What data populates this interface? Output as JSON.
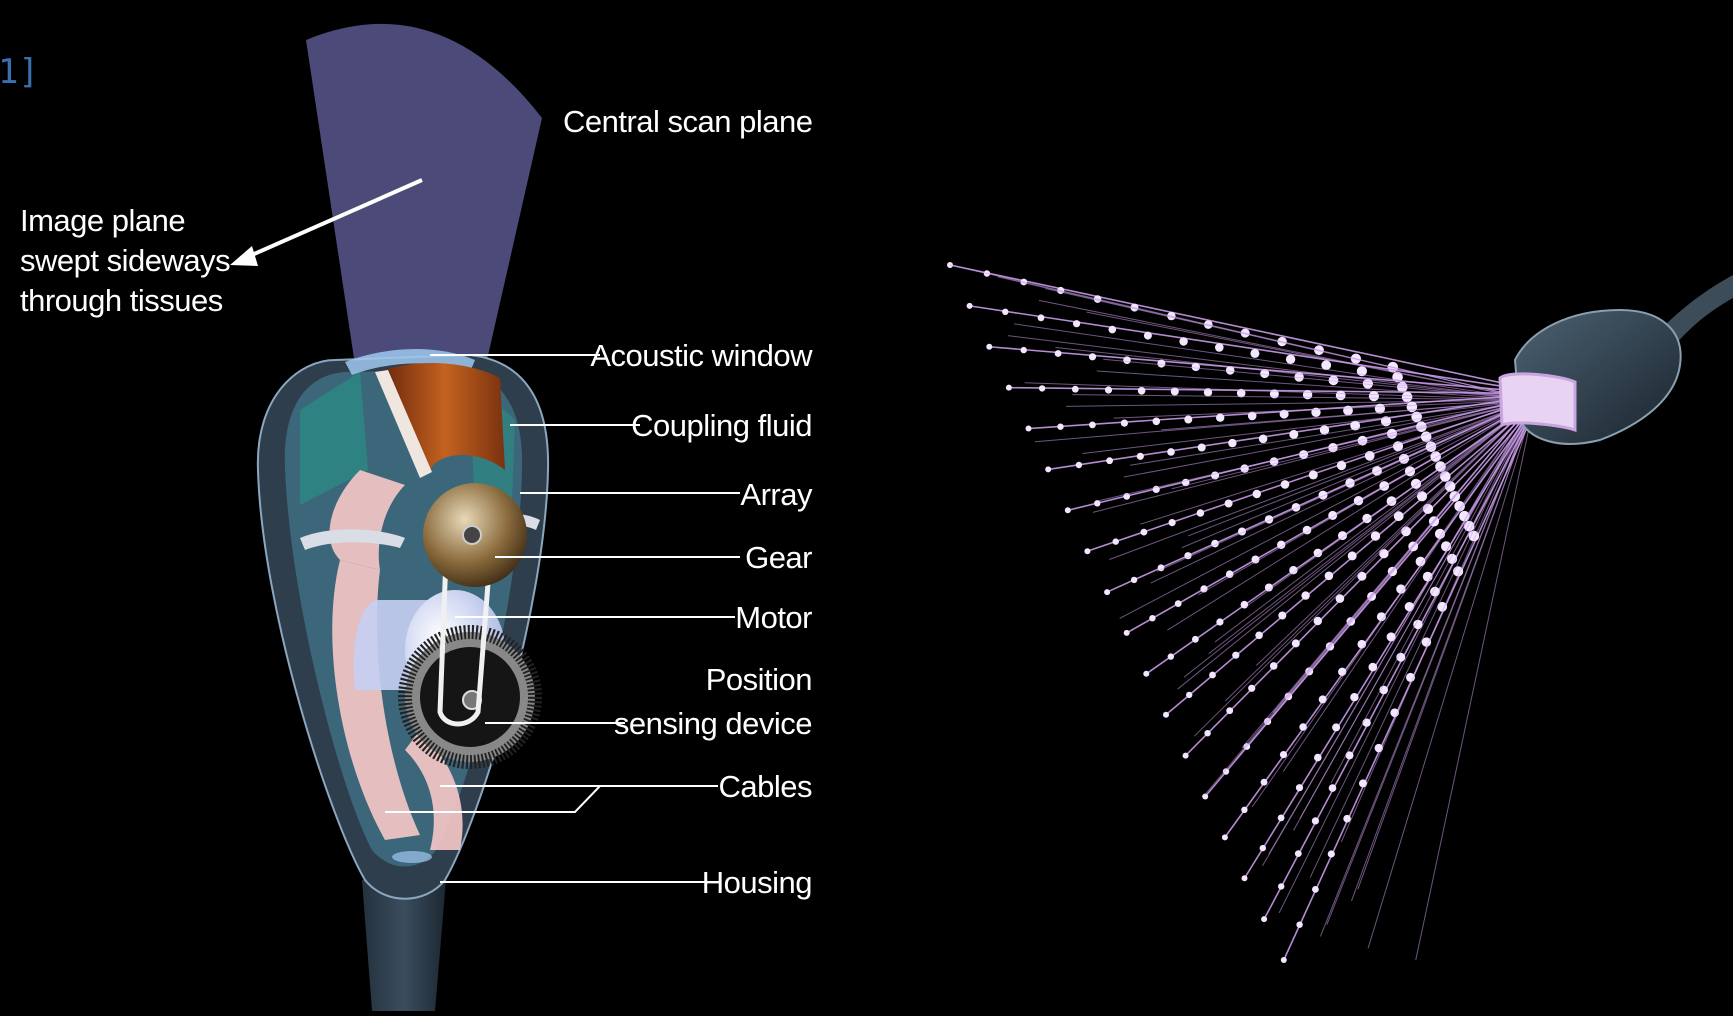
{
  "corner_fragment": "1]",
  "colors": {
    "background": "#000000",
    "scan_plane": "#4b4a78",
    "beam": "#c99ce8",
    "array": "#b8541c",
    "cable": "#f4c6c6",
    "housing": "#2f3e4c"
  },
  "labels": {
    "central_scan_plane": "Central scan plane",
    "image_plane_1": "Image plane",
    "image_plane_2": "swept sideways",
    "image_plane_3": "through tissues",
    "acoustic_window": "Acoustic window",
    "coupling_fluid": "Coupling fluid",
    "array": "Array",
    "gear": "Gear",
    "motor": "Motor",
    "position_1": "Position",
    "position_2": "sensing device",
    "cables": "Cables",
    "housing": "Housing"
  },
  "matrix_probe": {
    "icon": "matrix-array-probe-icon"
  }
}
